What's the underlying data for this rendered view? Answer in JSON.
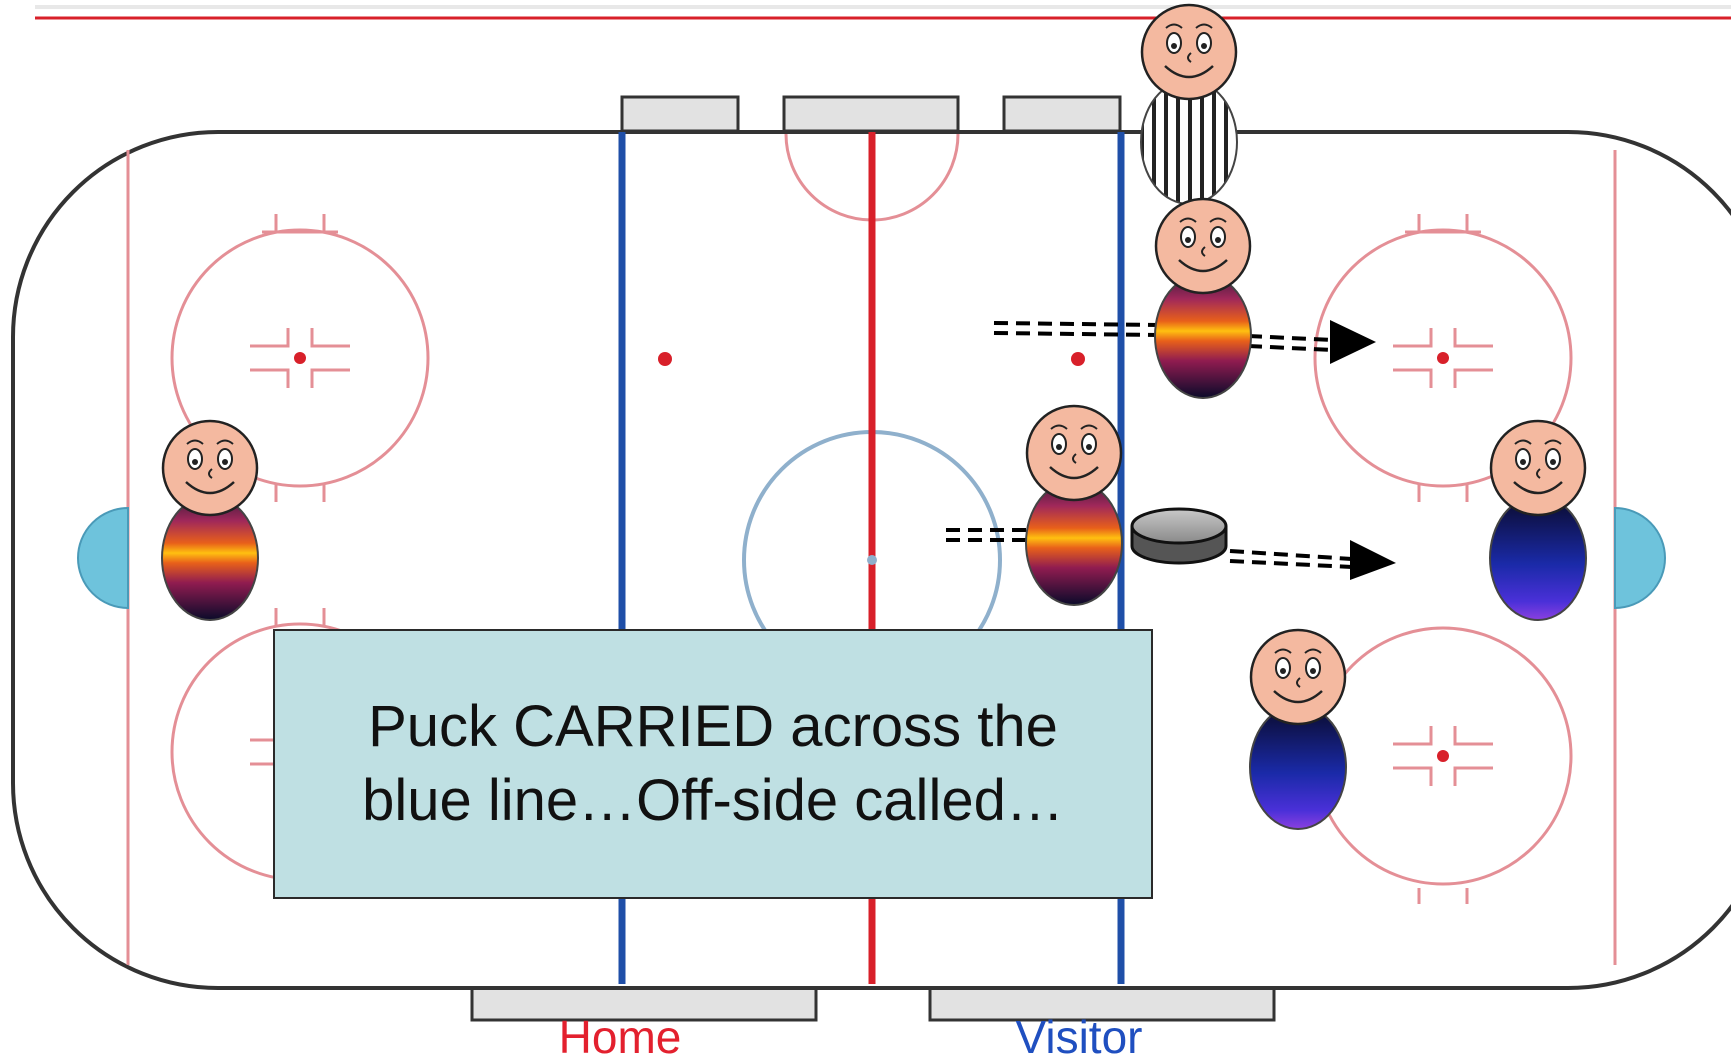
{
  "diagram": {
    "caption_line1": "Puck CARRIED across the",
    "caption_line2": "blue line…Off-side called…",
    "home_label": "Home",
    "visitor_label": "Visitor",
    "colors": {
      "red_line": "#d8202a",
      "blue_line": "#1f4fa8",
      "faceoff_circle": "#e48f96",
      "center_circle": "#8fb0cc",
      "crease": "#6ec3dc",
      "caption_bg": "#bfe0e3",
      "home_label": "#e3202e",
      "visitor_label": "#1f4fc0",
      "skin": "#f4b9a0"
    },
    "figures": [
      {
        "name": "referee",
        "jersey": "striped"
      },
      {
        "name": "home-player-offside",
        "jersey": "home"
      },
      {
        "name": "home-player-carrier",
        "jersey": "home"
      },
      {
        "name": "home-goalie",
        "jersey": "home"
      },
      {
        "name": "visitor-goalie",
        "jersey": "visitor"
      },
      {
        "name": "visitor-defender",
        "jersey": "visitor"
      }
    ],
    "icons": [
      "puck-icon",
      "arrow-icon"
    ]
  }
}
